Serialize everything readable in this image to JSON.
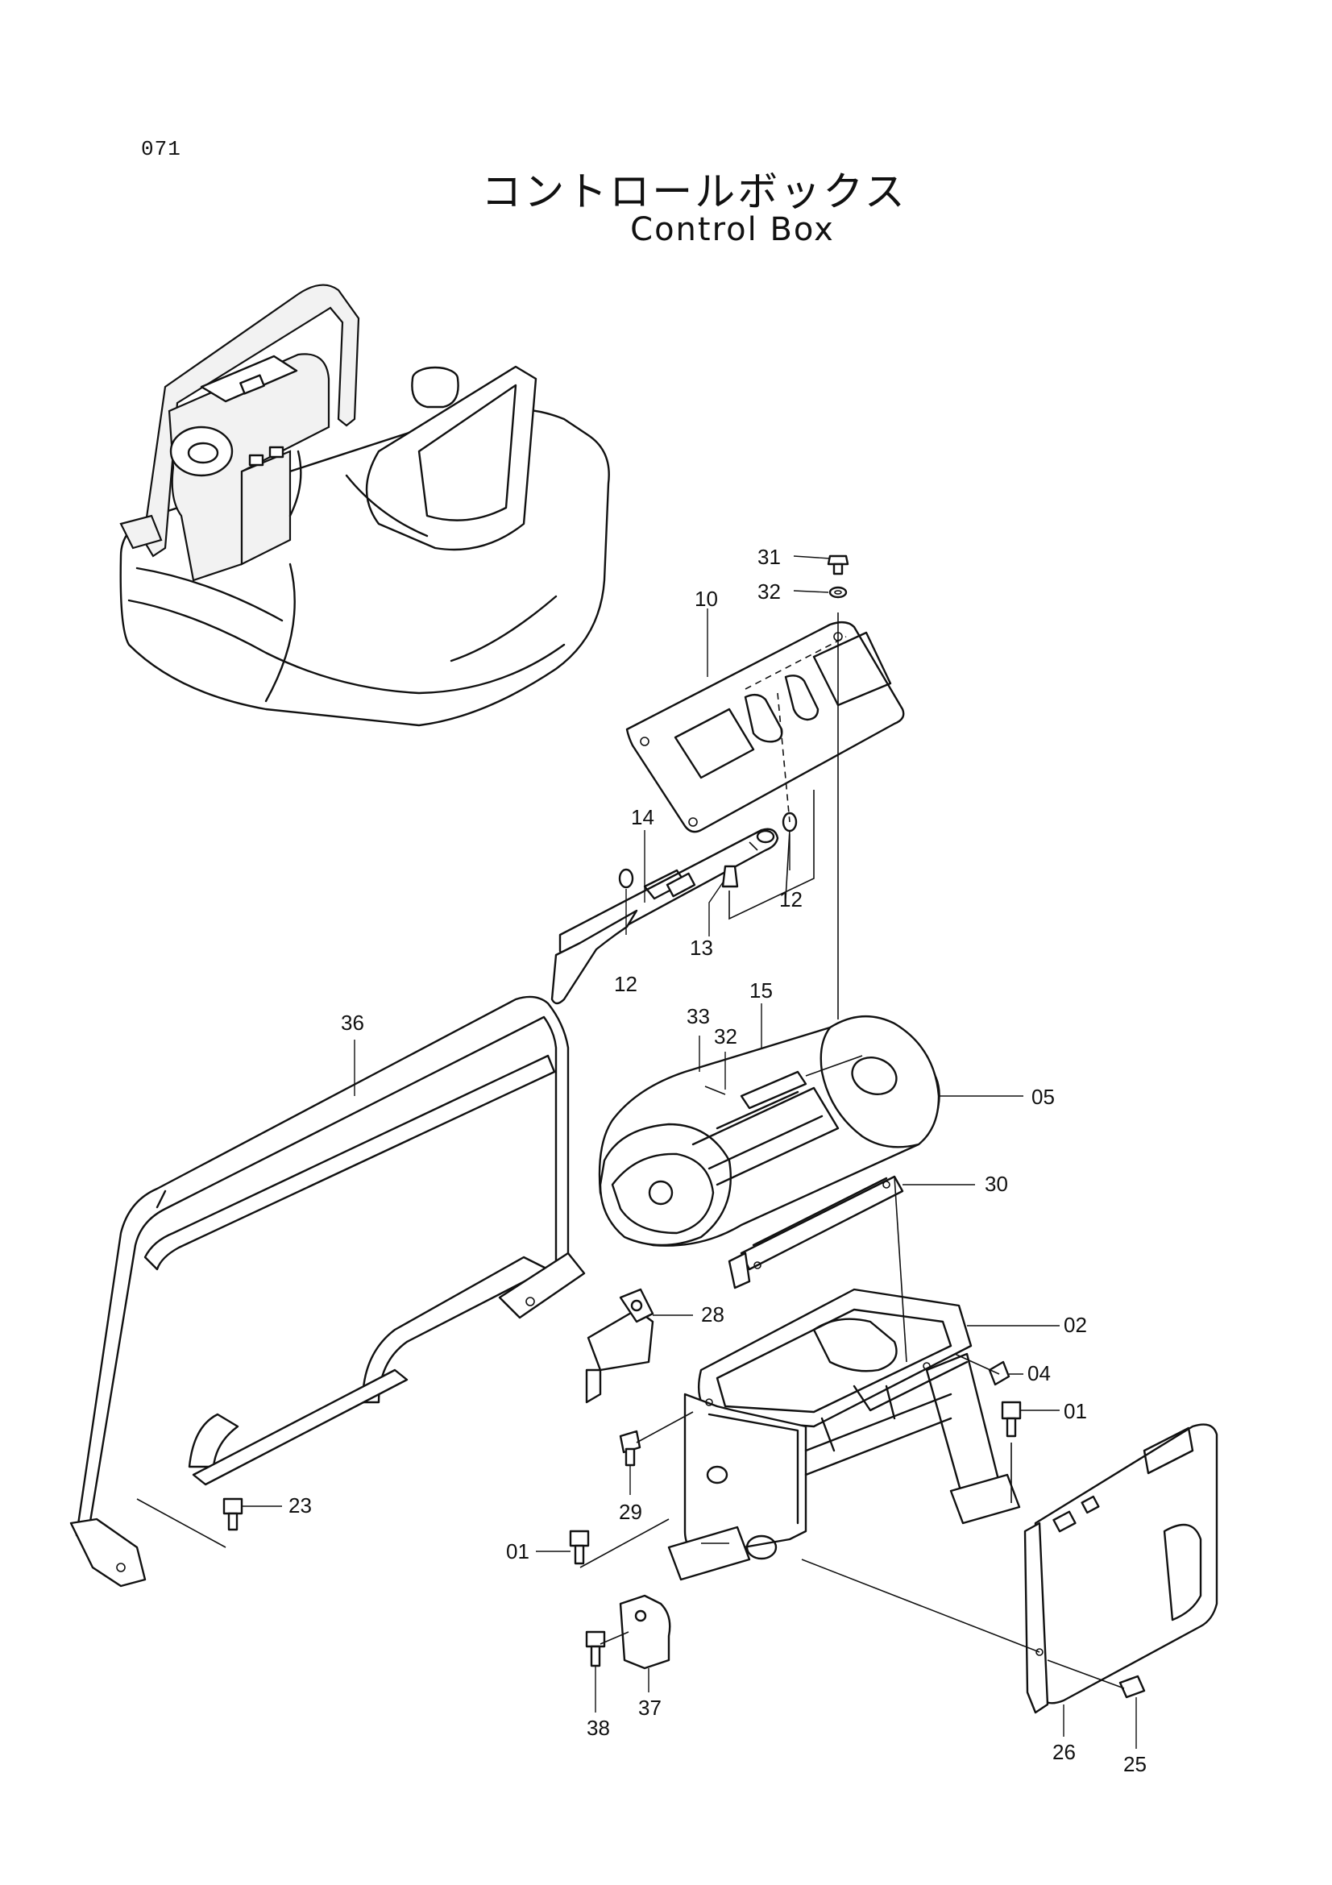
{
  "page": {
    "code": "071",
    "title_jp": "コントロールボックス",
    "title_en": "Control Box"
  },
  "callouts": [
    "31",
    "32",
    "10",
    "14",
    "12",
    "12",
    "13",
    "15",
    "33",
    "32",
    "05",
    "36",
    "30",
    "28",
    "02",
    "04",
    "01",
    "29",
    "23",
    "01",
    "38",
    "37",
    "26",
    "25"
  ]
}
